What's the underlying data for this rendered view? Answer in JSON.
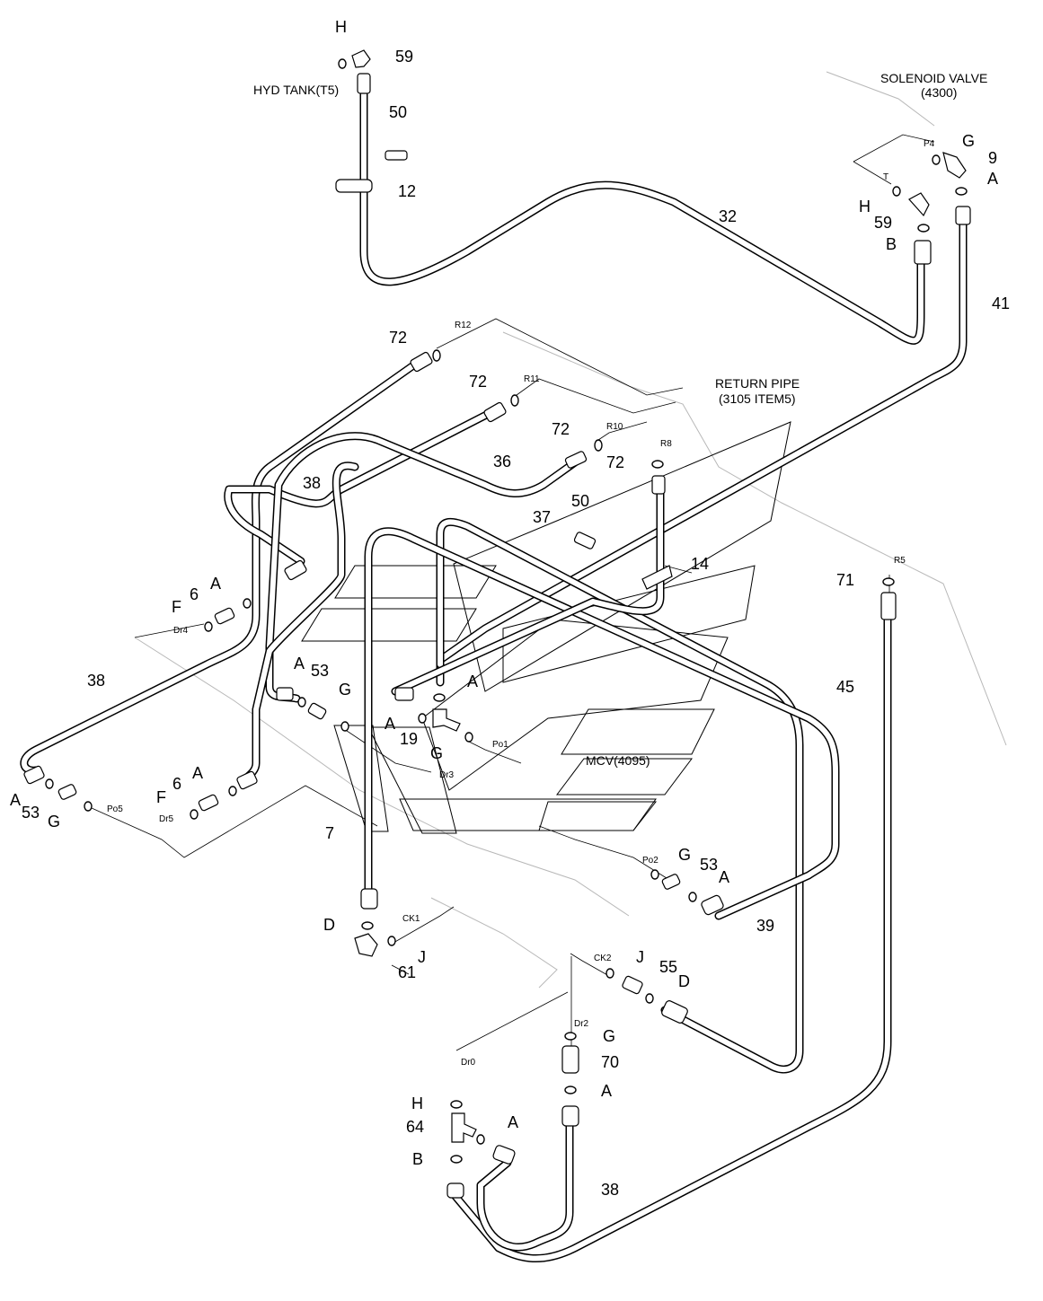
{
  "annotations": {
    "hyd_tank": "HYD TANK(T5)",
    "solenoid_line1": "SOLENOID VALVE",
    "solenoid_line2": "(4300)",
    "return_line1": "RETURN PIPE",
    "return_line2": "(3105 ITEM5)",
    "mcv": "MCV(4095)"
  },
  "ports": [
    "P4",
    "T",
    "R12",
    "R11",
    "R10",
    "R8",
    "R5",
    "Dr4",
    "Dr5",
    "Dr3",
    "Dr2",
    "Dr0",
    "Po1",
    "Po2",
    "Po5",
    "CK1",
    "CK2"
  ],
  "part_numbers": [
    "59",
    "50",
    "12",
    "32",
    "9",
    "59",
    "41",
    "72",
    "72",
    "72",
    "72",
    "36",
    "38",
    "37",
    "50",
    "14",
    "71",
    "45",
    "6",
    "53",
    "19",
    "38",
    "6",
    "53",
    "7",
    "53",
    "39",
    "61",
    "55",
    "70",
    "64",
    "38"
  ],
  "letters": [
    "H",
    "G",
    "A",
    "H",
    "B",
    "A",
    "F",
    "A",
    "G",
    "A",
    "A",
    "G",
    "A",
    "F",
    "A",
    "G",
    "G",
    "A",
    "D",
    "J",
    "J",
    "D",
    "G",
    "A",
    "H",
    "A",
    "B"
  ]
}
